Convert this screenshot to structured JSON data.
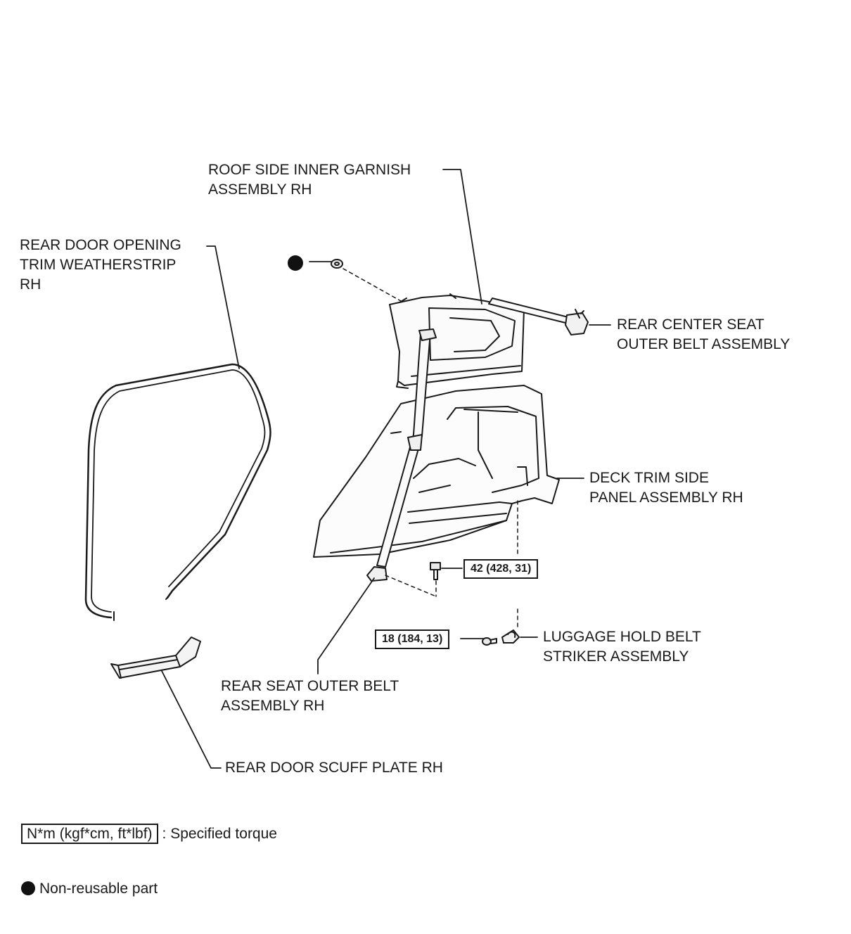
{
  "labels": {
    "roof_side_garnish": [
      "ROOF SIDE INNER GARNISH",
      "ASSEMBLY RH"
    ],
    "rear_door_weatherstrip": [
      "REAR DOOR OPENING",
      "TRIM WEATHERSTRIP",
      "RH"
    ],
    "rear_center_belt": [
      "REAR CENTER SEAT",
      "OUTER BELT ASSEMBLY"
    ],
    "deck_trim_panel": [
      "DECK TRIM SIDE",
      "PANEL ASSEMBLY RH"
    ],
    "luggage_striker": [
      "LUGGAGE HOLD BELT",
      "STRIKER ASSEMBLY"
    ],
    "rear_seat_belt": [
      "REAR SEAT OUTER BELT",
      "ASSEMBLY RH"
    ],
    "scuff_plate": "REAR DOOR SCUFF PLATE RH"
  },
  "torques": {
    "panel_bolt": "42 (428, 31)",
    "striker_bolt": "18 (184, 13)"
  },
  "legend": {
    "torque_unit": "N*m (kgf*cm, ft*lbf)",
    "torque_text": ": Specified torque",
    "nonreusable_text": "Non-reusable part"
  }
}
